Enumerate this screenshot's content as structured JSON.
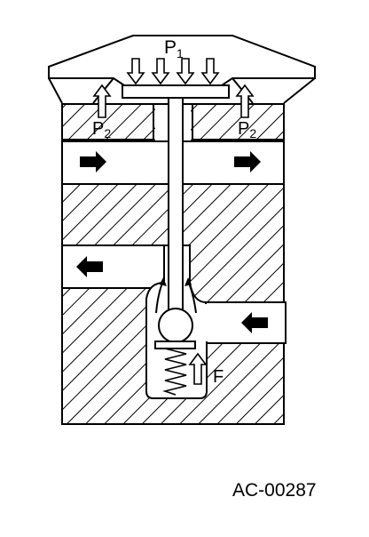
{
  "labels": {
    "p1_main": "P",
    "p1_sub": "1",
    "p2_main": "P",
    "p2_sub": "2",
    "force": "F"
  },
  "figure_code": "AC-00287",
  "colors": {
    "ink": "#000000",
    "paper": "#ffffff"
  }
}
